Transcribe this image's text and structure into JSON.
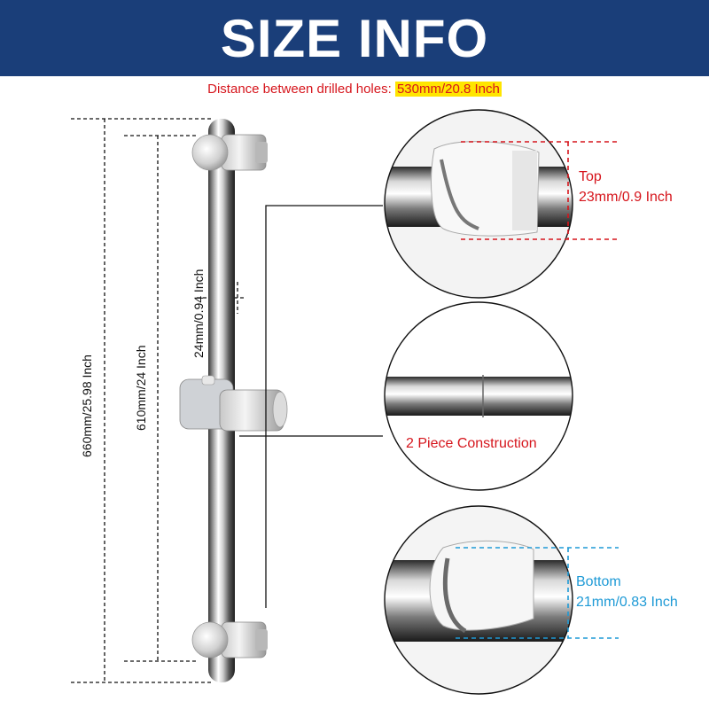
{
  "header": {
    "title": "SIZE INFO"
  },
  "subtitle": {
    "prefix": "Distance between drilled holes: ",
    "highlight": "530mm/20.8 Inch"
  },
  "dimensions": {
    "total_length": "660mm/25.98 Inch",
    "hole_distance": "610mm/24 Inch",
    "rod_diameter": "24mm/0.94 Inch"
  },
  "callouts": {
    "top": {
      "title": "Top",
      "size": "23mm/0.9 Inch"
    },
    "middle": {
      "title": "2 Piece Construction"
    },
    "bottom": {
      "title": "Bottom",
      "size": "21mm/0.83 Inch"
    }
  },
  "colors": {
    "banner": "#1a3e79",
    "red": "#d6151c",
    "blue": "#1e9ad6",
    "highlight": "#ffe500"
  }
}
